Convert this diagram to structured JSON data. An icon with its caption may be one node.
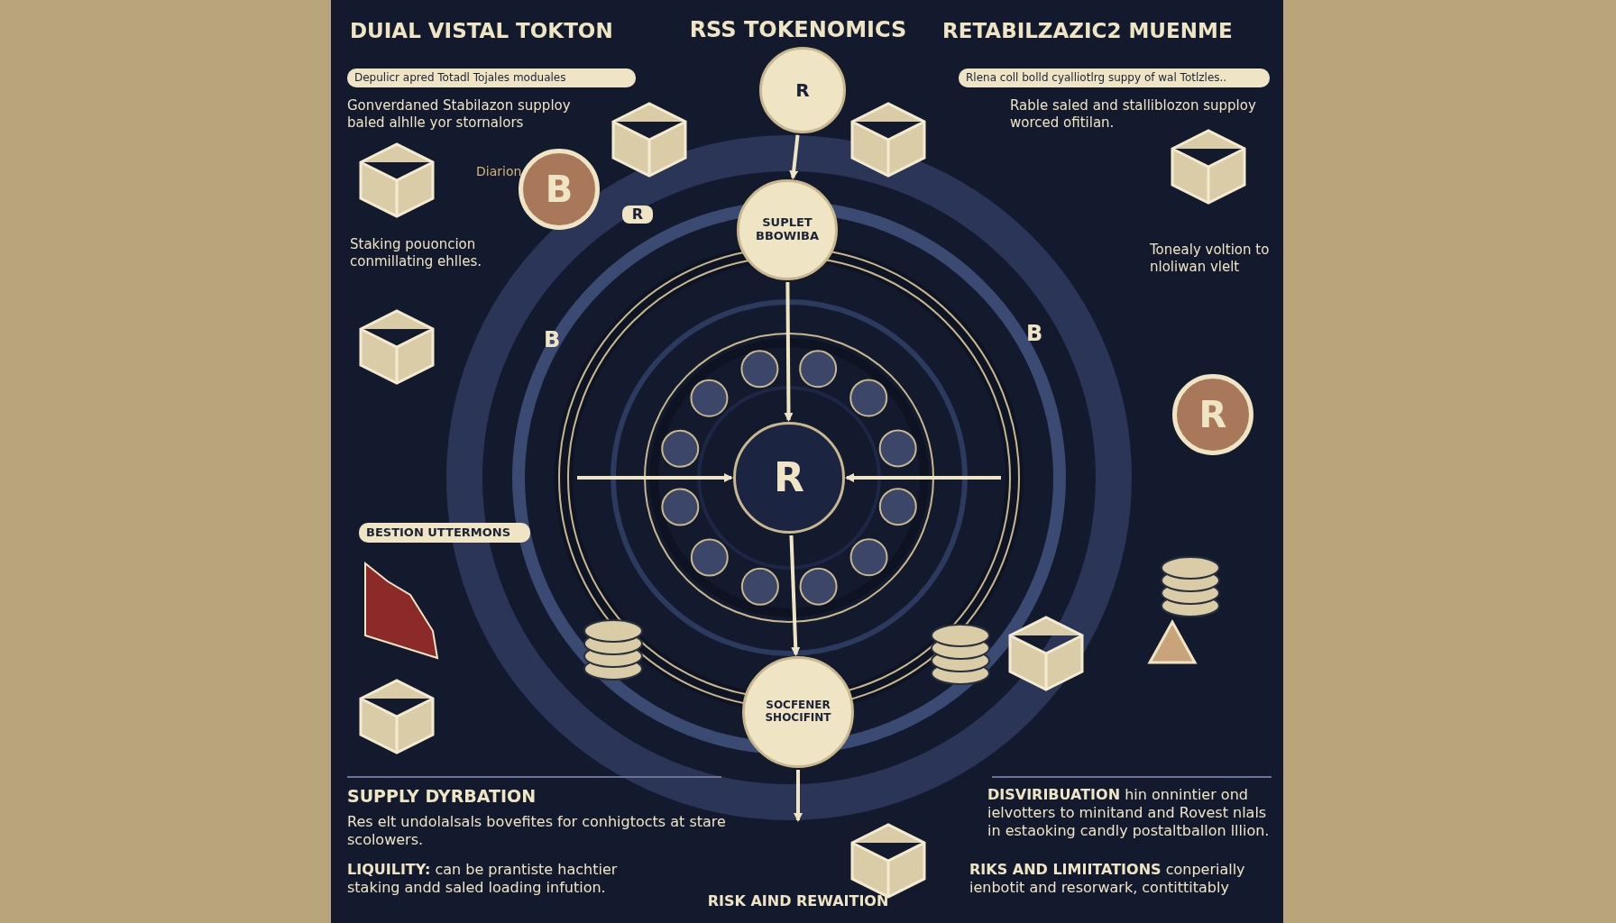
{
  "diagram": {
    "title": "RSS TOKENOMICS",
    "nodes": [
      {
        "text": [
          "R"
        ]
      },
      {
        "text": [
          "SUPLET",
          "BBOWIBA"
        ]
      },
      {
        "text": [
          "R"
        ]
      },
      {
        "text": [
          "SOCFENER SHOCIFINT"
        ]
      }
    ],
    "edges": [
      {
        "from": 0,
        "to": 1,
        "arrow": "to"
      },
      {
        "from": 1,
        "to": 2,
        "arrow": "to"
      },
      {
        "from": 2,
        "to": 3,
        "arrow": "to"
      },
      {
        "from": 3,
        "to": null,
        "arrow": "to"
      },
      {
        "from": null,
        "to": 2,
        "arrow": "to"
      },
      {
        "from": null,
        "to": 2,
        "arrow": "to"
      }
    ],
    "labels": [
      "DUIAL VISTAL TOKTON",
      "RETABILZAZIC2 MUENME",
      "Depulicr apred Totadl Tojales moduales",
      "Rlena coll bolld cyalliotlrg suppy of wal Totlzles..",
      "Gonverdaned Stabilazon supploy baled alhlle yor stornalors",
      "Rable saled and stalliblozon supploy worced ofitilan.",
      "B",
      "Diarion",
      "R",
      "Staking pouoncion conmillating ehlles.",
      "Tonealy voltion to nloliwan vlelt",
      "B",
      "B",
      "R",
      "BESTION UTTERMONS",
      "SUPPLY DYRBATION",
      "Res elt undolalsals bovefites for conhigtocts at stare scolowers.",
      "**DISVIRIBUATION** hin onnintier ond ielvotters to minitand and Rovest nlals in estaoking candly postaltballon lllion.",
      "**LIQUILITY:** can be prantiste hachtier staking andd saled loading infution.",
      "**RIKS AND LIMIITATIONS** conperially ienbotit and resorwark, contittitably",
      "RISK AIND REWAITION"
    ]
  }
}
